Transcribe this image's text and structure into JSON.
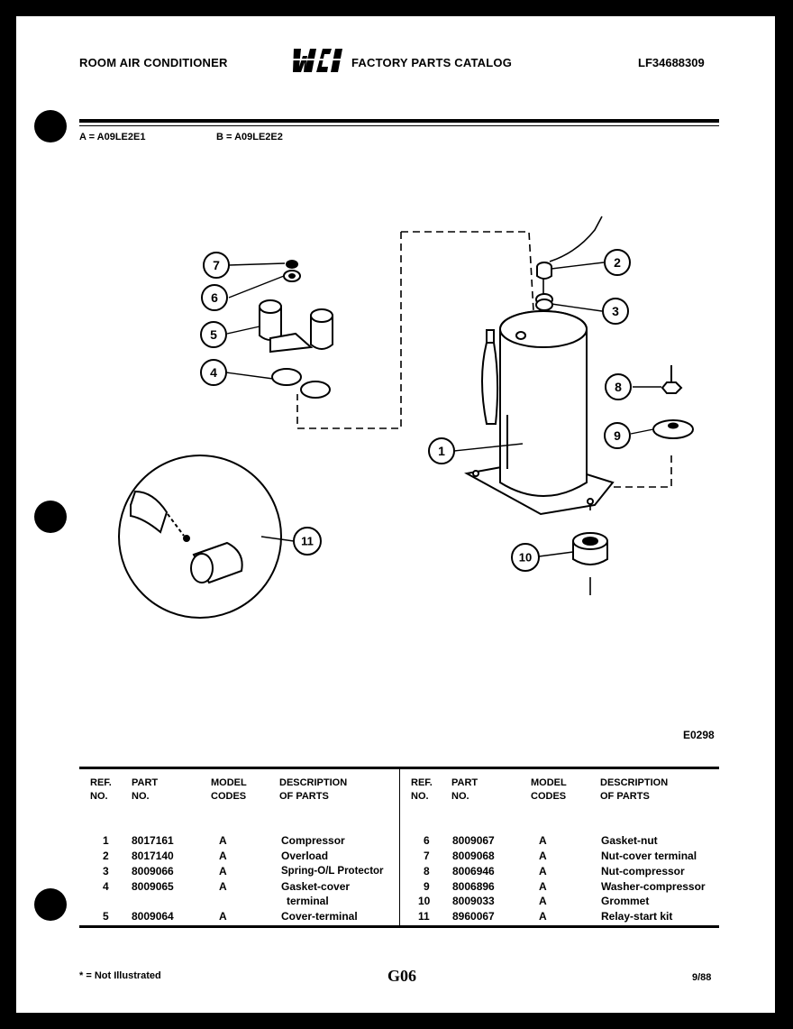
{
  "header": {
    "left_title": "ROOM AIR CONDITIONER",
    "logo_text": "WCI",
    "center_title": "FACTORY PARTS CATALOG",
    "catalog_code": "LF34688309"
  },
  "models": {
    "a": "A = A09LE2E1",
    "b": "B = A09LE2E2"
  },
  "diagram": {
    "callouts": [
      "1",
      "2",
      "3",
      "4",
      "5",
      "6",
      "7",
      "8",
      "9",
      "10",
      "11"
    ],
    "code": "E0298"
  },
  "table": {
    "headers": {
      "ref": [
        "REF.",
        "NO."
      ],
      "part": [
        "PART",
        "NO."
      ],
      "model": [
        "MODEL",
        "CODES"
      ],
      "desc": [
        "DESCRIPTION",
        "OF PARTS"
      ]
    },
    "left_rows": [
      {
        "ref": "1",
        "part": "8017161",
        "code": "A",
        "desc": "Compressor"
      },
      {
        "ref": "2",
        "part": "8017140",
        "code": "A",
        "desc": "Overload"
      },
      {
        "ref": "3",
        "part": "8009066",
        "code": "A",
        "desc": "Spring-O/L Protector"
      },
      {
        "ref": "4",
        "part": "8009065",
        "code": "A",
        "desc": "Gasket-cover",
        "desc2": "terminal"
      },
      {
        "ref": "5",
        "part": "8009064",
        "code": "A",
        "desc": "Cover-terminal"
      }
    ],
    "right_rows": [
      {
        "ref": "6",
        "part": "8009067",
        "code": "A",
        "desc": "Gasket-nut"
      },
      {
        "ref": "7",
        "part": "8009068",
        "code": "A",
        "desc": "Nut-cover terminal"
      },
      {
        "ref": "8",
        "part": "8006946",
        "code": "A",
        "desc": "Nut-compressor"
      },
      {
        "ref": "9",
        "part": "8006896",
        "code": "A",
        "desc": "Washer-compressor"
      },
      {
        "ref": "10",
        "part": "8009033",
        "code": "A",
        "desc": "Grommet"
      },
      {
        "ref": "11",
        "part": "8960067",
        "code": "A",
        "desc": "Relay-start kit"
      }
    ]
  },
  "footer": {
    "note": "* = Not Illustrated",
    "page": "G06",
    "date": "9/88"
  }
}
